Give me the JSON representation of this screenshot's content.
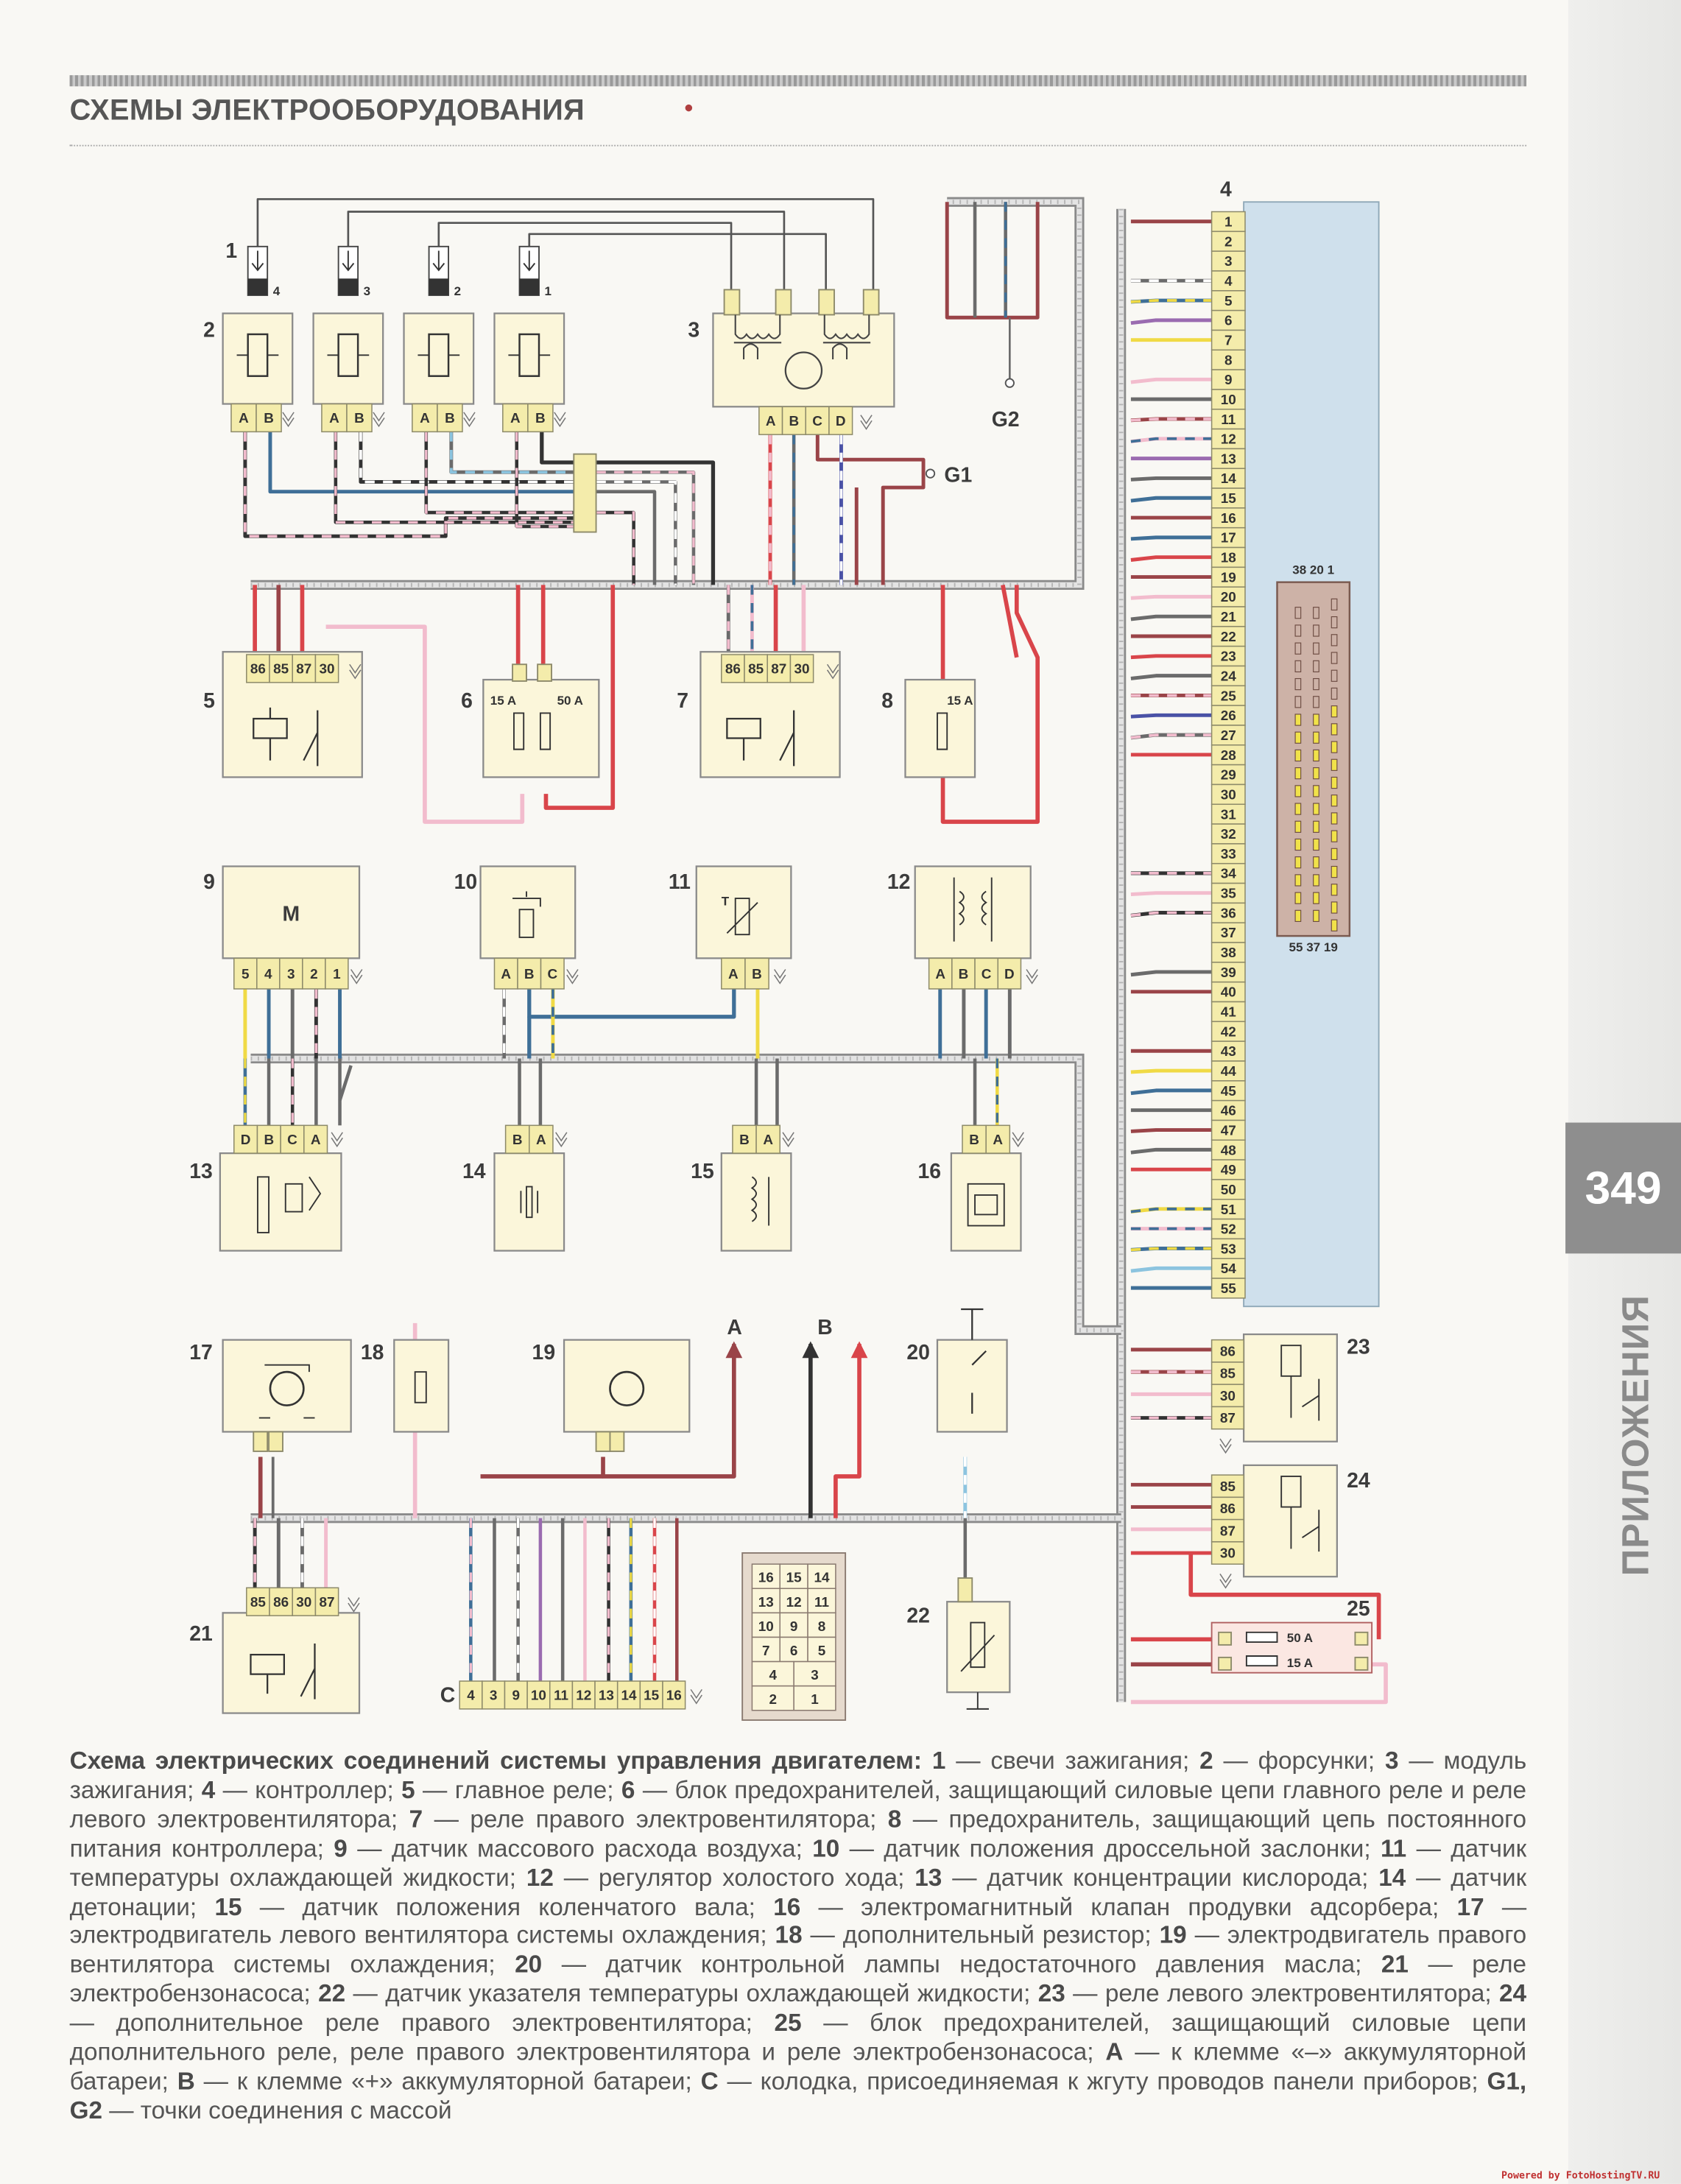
{
  "header": {
    "title": "СХЕМЫ ЭЛЕКТРООБОРУДОВАНИЯ"
  },
  "side_tab": {
    "page_number": "349",
    "section": "ПРИЛОЖЕНИЯ"
  },
  "credit": "Powered by FotoHostingTV.RU",
  "colors": {
    "red": "#d9454a",
    "brown": "#9a4448",
    "pink": "#f2bccd",
    "gray": "#6b6b6b",
    "blue": "#3f6f97",
    "dark_blue": "#4a52a6",
    "yellow": "#f0da45",
    "black": "#333333",
    "light_blue": "#8cc4df",
    "purple": "#9a6bb0",
    "controller_panel": "#cfe0ec",
    "component_fill": "#fbf6da"
  },
  "diagram": {
    "labels": {
      "c1": "1",
      "c2": "2",
      "c3": "3",
      "c4": "4",
      "c5": "5",
      "c6": "6",
      "c7": "7",
      "c8": "8",
      "c9": "9",
      "c10": "10",
      "c11": "11",
      "c12": "12",
      "c13": "13",
      "c14": "14",
      "c15": "15",
      "c16": "16",
      "c17": "17",
      "c18": "18",
      "c19": "19",
      "c20": "20",
      "c21": "21",
      "c22": "22",
      "c23": "23",
      "c24": "24",
      "c25": "25",
      "A": "A",
      "B": "B",
      "C": "C",
      "G1": "G1",
      "G2": "G2"
    },
    "spark_plug_numbers": [
      "4",
      "3",
      "2",
      "1"
    ],
    "injector_pins": [
      "A",
      "B"
    ],
    "ignition_module_pins": [
      "A",
      "B",
      "C",
      "D"
    ],
    "controller_pins": [
      "1",
      "2",
      "3",
      "4",
      "5",
      "6",
      "7",
      "8",
      "9",
      "10",
      "11",
      "12",
      "13",
      "14",
      "15",
      "16",
      "17",
      "18",
      "19",
      "20",
      "21",
      "22",
      "23",
      "24",
      "25",
      "26",
      "27",
      "28",
      "29",
      "30",
      "31",
      "32",
      "33",
      "34",
      "35",
      "36",
      "37",
      "38",
      "39",
      "40",
      "41",
      "42",
      "43",
      "44",
      "45",
      "46",
      "47",
      "48",
      "49",
      "50",
      "51",
      "52",
      "53",
      "54",
      "55"
    ],
    "ecu_connector_top": "38 20 1",
    "ecu_connector_bottom": "55 37 19",
    "main_relay_pins": [
      "86",
      "85",
      "87",
      "30"
    ],
    "fuse_block_6": [
      "15 A",
      "50 A"
    ],
    "relay_7_pins": [
      "86",
      "85",
      "87",
      "30"
    ],
    "fuse_8": "15 A",
    "maf_symbol": "M",
    "maf_pins": [
      "5",
      "4",
      "3",
      "2",
      "1"
    ],
    "tps_pins": [
      "A",
      "B",
      "C"
    ],
    "ect_pins": [
      "A",
      "B"
    ],
    "thermistor_symbol": "T",
    "iac_pins": [
      "A",
      "B",
      "C",
      "D"
    ],
    "o2_pins": [
      "D",
      "B",
      "C",
      "A"
    ],
    "knock_pins": [
      "B",
      "A"
    ],
    "ckp_pins": [
      "B",
      "A"
    ],
    "purge_pins": [
      "B",
      "A"
    ],
    "fuel_relay_pins": [
      "85",
      "86",
      "30",
      "87"
    ],
    "connector_c_pins": [
      "4",
      "3",
      "9",
      "10",
      "11",
      "12",
      "13",
      "14",
      "15",
      "16"
    ],
    "pin_grid": [
      "16",
      "15",
      "14",
      "13",
      "12",
      "11",
      "10",
      "9",
      "8",
      "7",
      "6",
      "5",
      "4",
      "3",
      "2",
      "1"
    ],
    "relay_23_pins": [
      "86",
      "85",
      "30",
      "87"
    ],
    "relay_24_pins": [
      "85",
      "86",
      "87",
      "30"
    ],
    "fuse_block_25": [
      "50 A",
      "15 A"
    ]
  },
  "caption": {
    "title": "Схема электрических соединений системы управления двигателем:",
    "items": [
      {
        "n": "1",
        "t": "— свечи зажигания;"
      },
      {
        "n": "2",
        "t": "— форсунки;"
      },
      {
        "n": "3",
        "t": "— модуль зажигания;"
      },
      {
        "n": "4",
        "t": "— контроллер;"
      },
      {
        "n": "5",
        "t": "— главное реле;"
      },
      {
        "n": "6",
        "t": "— блок предохранителей, защищающий силовые цепи главного реле и реле левого электровентилятора;"
      },
      {
        "n": "7",
        "t": "— реле правого электровентилятора;"
      },
      {
        "n": "8",
        "t": "— предохранитель, защищающий цепь постоянного питания контроллера;"
      },
      {
        "n": "9",
        "t": "— датчик массового расхода воздуха;"
      },
      {
        "n": "10",
        "t": "— датчик положения дроссельной заслонки;"
      },
      {
        "n": "11",
        "t": "— датчик температуры охлаждающей жидкости;"
      },
      {
        "n": "12",
        "t": "— регулятор холостого хода;"
      },
      {
        "n": "13",
        "t": "— датчик концентрации кислорода;"
      },
      {
        "n": "14",
        "t": "— датчик детонации;"
      },
      {
        "n": "15",
        "t": "— датчик положения коленчатого вала;"
      },
      {
        "n": "16",
        "t": "— электромагнитный клапан продувки адсорбера;"
      },
      {
        "n": "17",
        "t": "— электродвигатель левого вентилятора системы охлаждения;"
      },
      {
        "n": "18",
        "t": "— дополнительный резистор;"
      },
      {
        "n": "19",
        "t": "— электродвигатель правого вентилятора системы охлаждения;"
      },
      {
        "n": "20",
        "t": "— датчик контрольной лампы недостаточного давления масла;"
      },
      {
        "n": "21",
        "t": "— реле электробензонасоса;"
      },
      {
        "n": "22",
        "t": "— датчик указателя температуры охлаждающей жидкости;"
      },
      {
        "n": "23",
        "t": "— реле левого электровентилятора;"
      },
      {
        "n": "24",
        "t": "— дополнительное реле правого электровентилятора;"
      },
      {
        "n": "25",
        "t": "— блок предохранителей, защищающий силовые цепи дополнительного реле, реле правого электровентилятора и реле электробензонасоса;"
      },
      {
        "n": "A",
        "t": "— к клемме «–» аккумуляторной батареи;"
      },
      {
        "n": "B",
        "t": "— к клемме «+» аккумуляторной батареи;"
      },
      {
        "n": "C",
        "t": "— колодка, присоединяемая к жгуту проводов панели приборов;"
      },
      {
        "n": "G1, G2",
        "t": "— точки соединения с массой"
      }
    ]
  }
}
